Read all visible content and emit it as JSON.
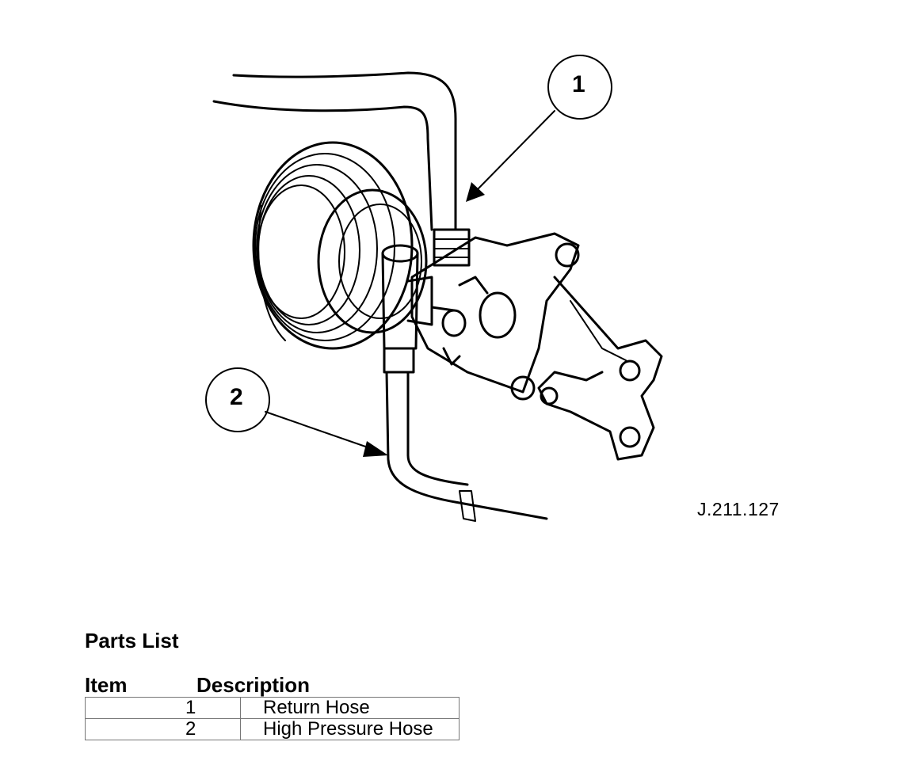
{
  "figure": {
    "reference": "J.211.127",
    "callouts": [
      "1",
      "2"
    ]
  },
  "parts_list": {
    "title": "Parts List",
    "headers": {
      "item": "Item",
      "description": "Description"
    },
    "rows": [
      {
        "item": "1",
        "description": "Return Hose"
      },
      {
        "item": "2",
        "description": "High Pressure Hose"
      }
    ]
  }
}
